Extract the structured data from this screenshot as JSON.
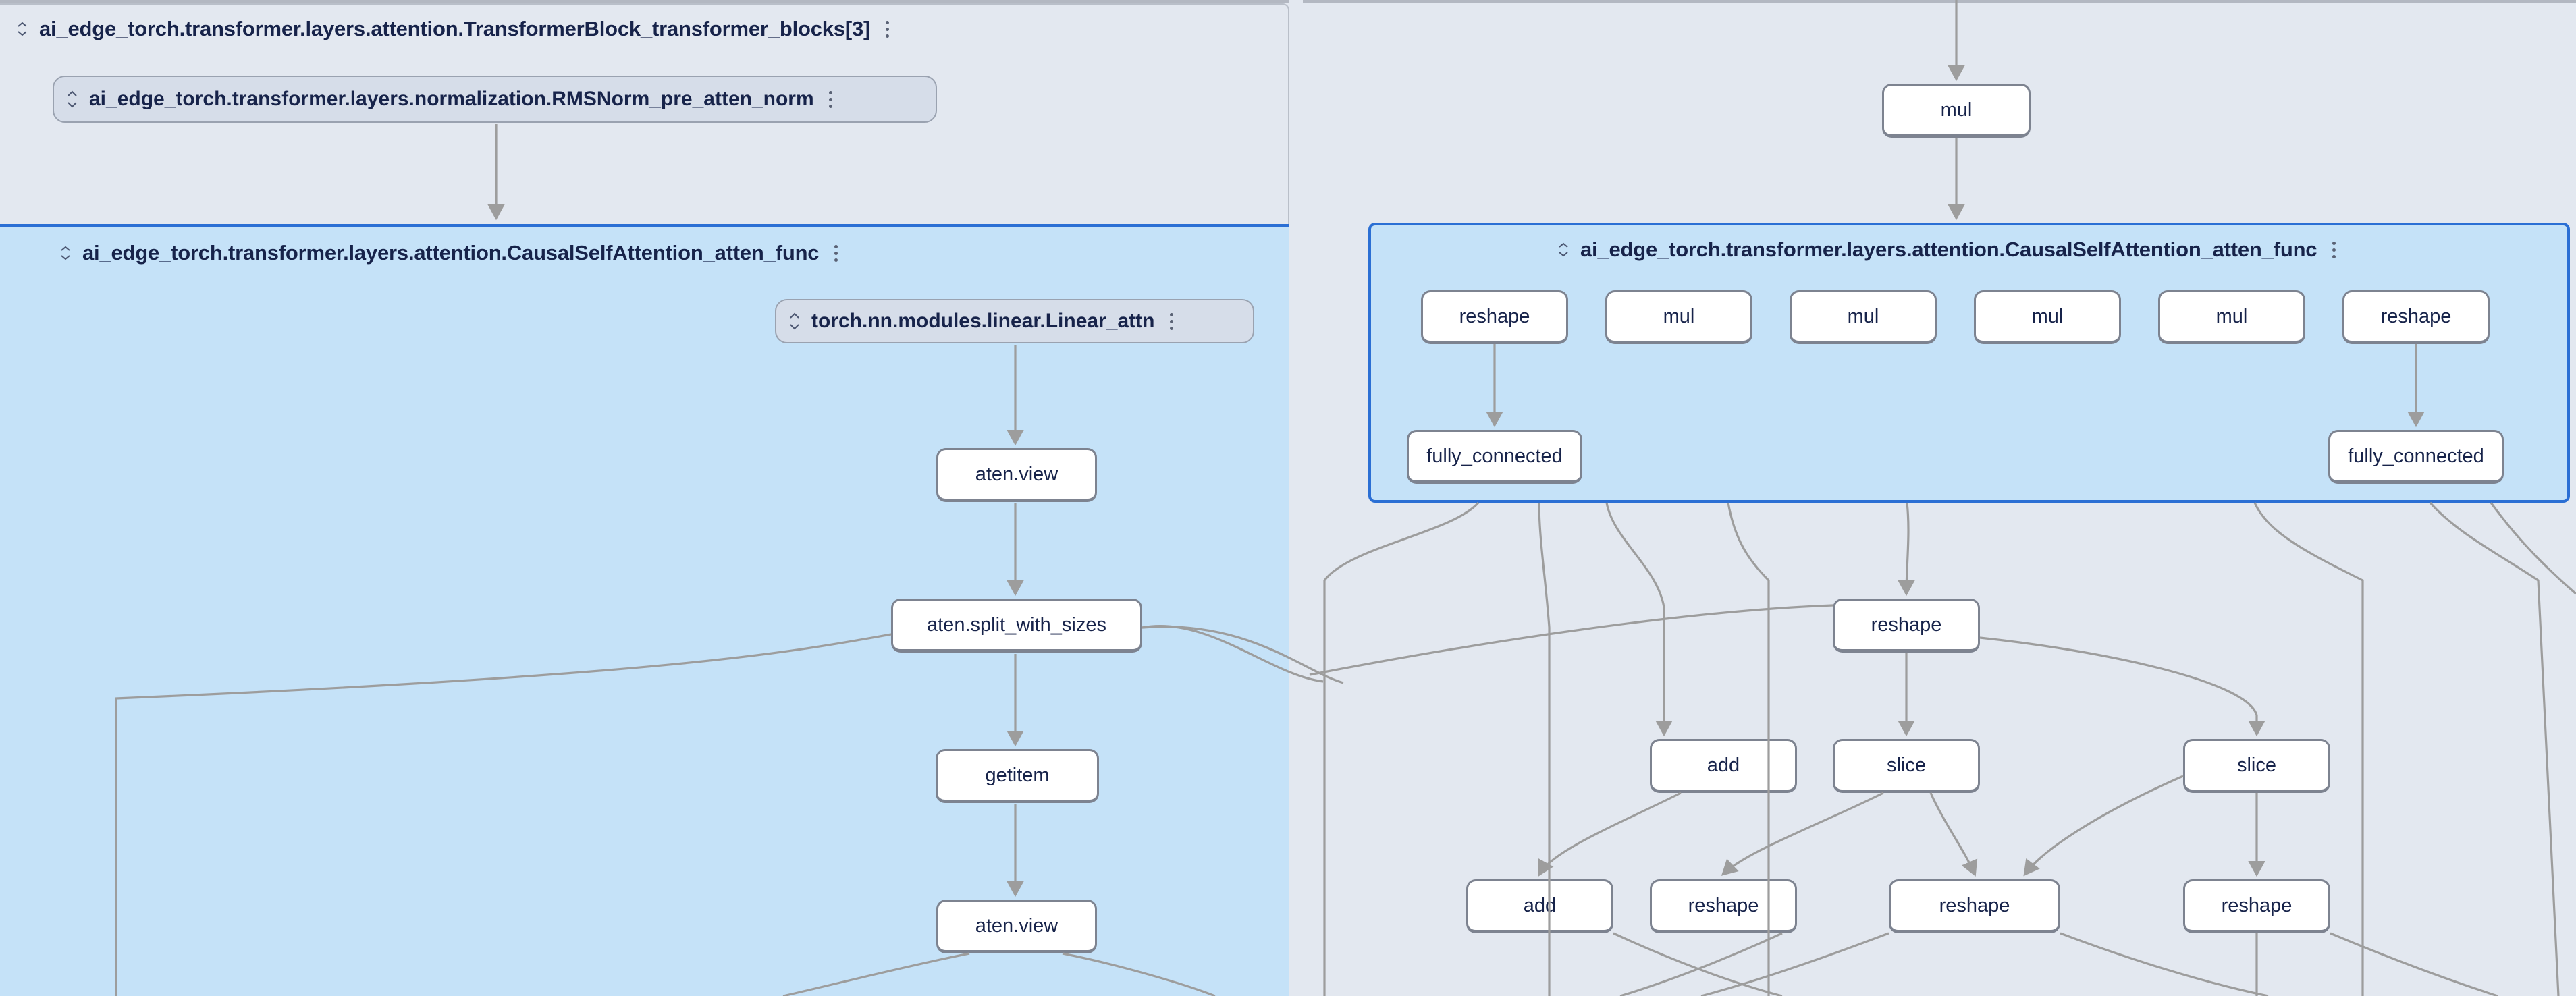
{
  "app": {
    "canvas_background": "#e3e8f0",
    "selected_background": "#c5e2f8",
    "selected_border": "#2b6fd4",
    "node_background": "#ffffff",
    "node_border": "#7d8390",
    "edge_color": "#9d9d9d",
    "text_color": "#17234a"
  },
  "groups": {
    "transformer_block": {
      "title": "ai_edge_torch.transformer.layers.attention.TransformerBlock_transformer_blocks[3]",
      "collapse_icon": "collapse-chevrons-icon",
      "menu_icon": "kebab-menu-icon"
    },
    "rmsnorm_pill": {
      "title": "ai_edge_torch.transformer.layers.normalization.RMSNorm_pre_atten_norm",
      "expand_icon": "expand-chevrons-icon",
      "menu_icon": "kebab-menu-icon"
    },
    "causal_self_attention_left": {
      "title": "ai_edge_torch.transformer.layers.attention.CausalSelfAttention_atten_func",
      "collapse_icon": "collapse-chevrons-icon",
      "menu_icon": "kebab-menu-icon"
    },
    "linear_attn_pill": {
      "title": "torch.nn.modules.linear.Linear_attn",
      "expand_icon": "expand-chevrons-icon",
      "menu_icon": "kebab-menu-icon"
    },
    "causal_self_attention_right": {
      "title": "ai_edge_torch.transformer.layers.attention.CausalSelfAttention_atten_func",
      "collapse_icon": "collapse-chevrons-icon",
      "menu_icon": "kebab-menu-icon"
    }
  },
  "nodes": {
    "left_aten_view_1": {
      "label": "aten.view"
    },
    "left_split_with_sizes": {
      "label": "aten.split_with_sizes"
    },
    "left_getitem": {
      "label": "getitem"
    },
    "left_aten_view_2": {
      "label": "aten.view"
    },
    "right_top_mul": {
      "label": "mul"
    },
    "r_reshape_1": {
      "label": "reshape"
    },
    "r_mul_1": {
      "label": "mul"
    },
    "r_mul_2": {
      "label": "mul"
    },
    "r_mul_3": {
      "label": "mul"
    },
    "r_mul_4": {
      "label": "mul"
    },
    "r_reshape_2": {
      "label": "reshape"
    },
    "r_fc_1": {
      "label": "fully_connected"
    },
    "r_fc_2": {
      "label": "fully_connected"
    },
    "r_reshape_mid": {
      "label": "reshape"
    },
    "r_add_1": {
      "label": "add"
    },
    "r_slice_1": {
      "label": "slice"
    },
    "r_slice_2": {
      "label": "slice"
    },
    "b_add": {
      "label": "add"
    },
    "b_reshape_1": {
      "label": "reshape"
    },
    "b_reshape_2": {
      "label": "reshape"
    },
    "b_reshape_3": {
      "label": "reshape"
    }
  }
}
